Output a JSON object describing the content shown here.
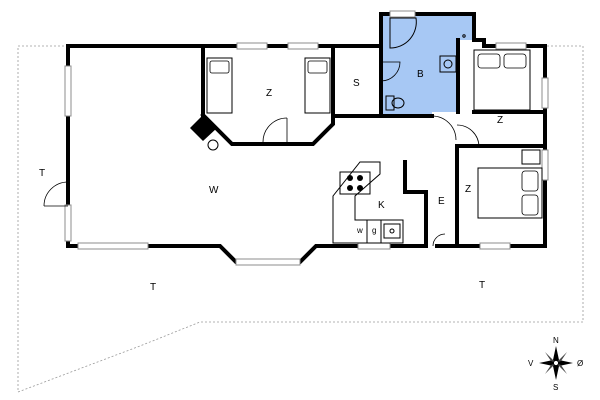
{
  "plan": {
    "rooms": {
      "living": "W",
      "bedroom_1": "Z",
      "storage": "S",
      "bathroom": "B",
      "bedroom_2": "Z",
      "bedroom_3": "Z",
      "kitchen": "K",
      "entrance": "E",
      "washer": "w",
      "fridge": "g",
      "terrace_left": "T",
      "terrace_bottom_left": "T",
      "terrace_bottom_right": "T"
    },
    "compass": {
      "n": "N",
      "s": "S",
      "e": "Ø",
      "w": "V"
    },
    "colors": {
      "bathroom_fill": "#a7c8f4",
      "walls": "#000000",
      "windows": "#8c8c8c"
    }
  }
}
